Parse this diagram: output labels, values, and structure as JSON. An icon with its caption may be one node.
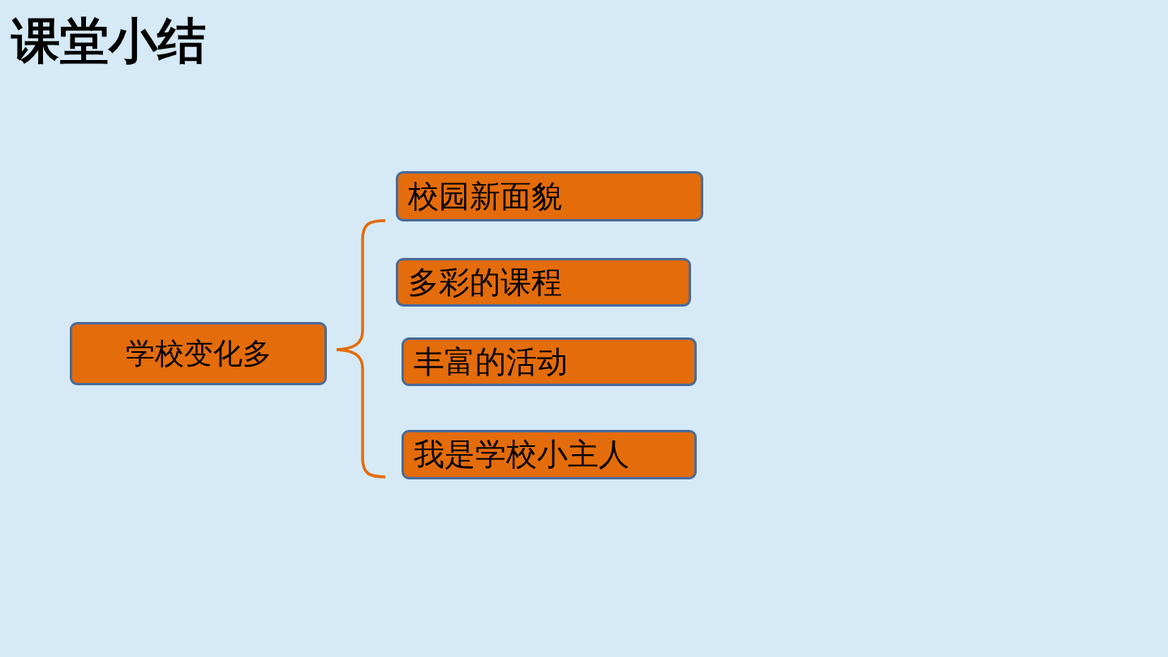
{
  "diagram": {
    "title": "课堂小结",
    "nodes": [
      {
        "text": [
          "学校变化多"
        ]
      },
      {
        "text": [
          "校园新面貌"
        ]
      },
      {
        "text": [
          "多彩的课程"
        ]
      },
      {
        "text": [
          "丰富的活动"
        ]
      },
      {
        "text": [
          "我是学校小主人"
        ]
      }
    ]
  }
}
